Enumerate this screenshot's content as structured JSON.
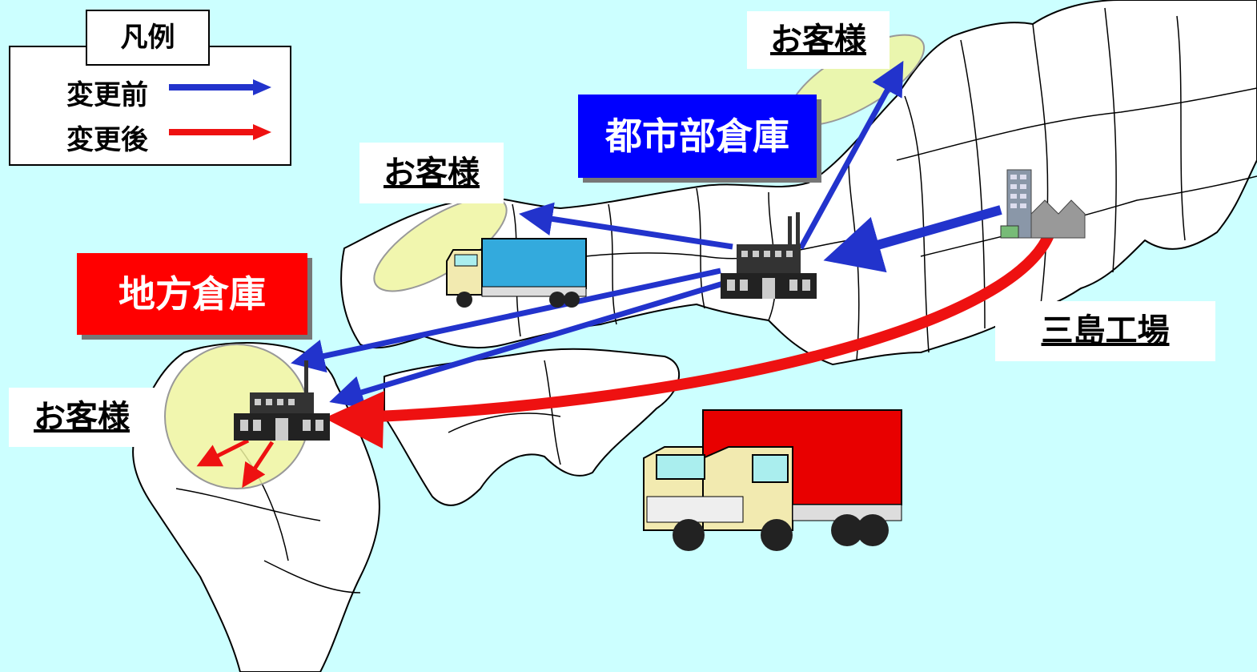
{
  "legend": {
    "title": "凡例",
    "before_label": "変更前",
    "after_label": "変更後",
    "before_color": "#2233cc",
    "after_color": "#ee1111"
  },
  "labels": {
    "customer_north": "お客様",
    "customer_center": "お客様",
    "customer_west": "お客様",
    "urban_warehouse": "都市部倉庫",
    "regional_warehouse": "地方倉庫",
    "mishima_factory": "三島工場"
  },
  "colors": {
    "sea": "#ccffff",
    "land": "#ffffff",
    "customer_area": "#eef5a0",
    "urban_box": "#0000ff",
    "regional_box": "#ff0000"
  },
  "icons": [
    "factory-icon",
    "warehouse-icon",
    "truck-blue-icon",
    "truck-red-icon"
  ]
}
